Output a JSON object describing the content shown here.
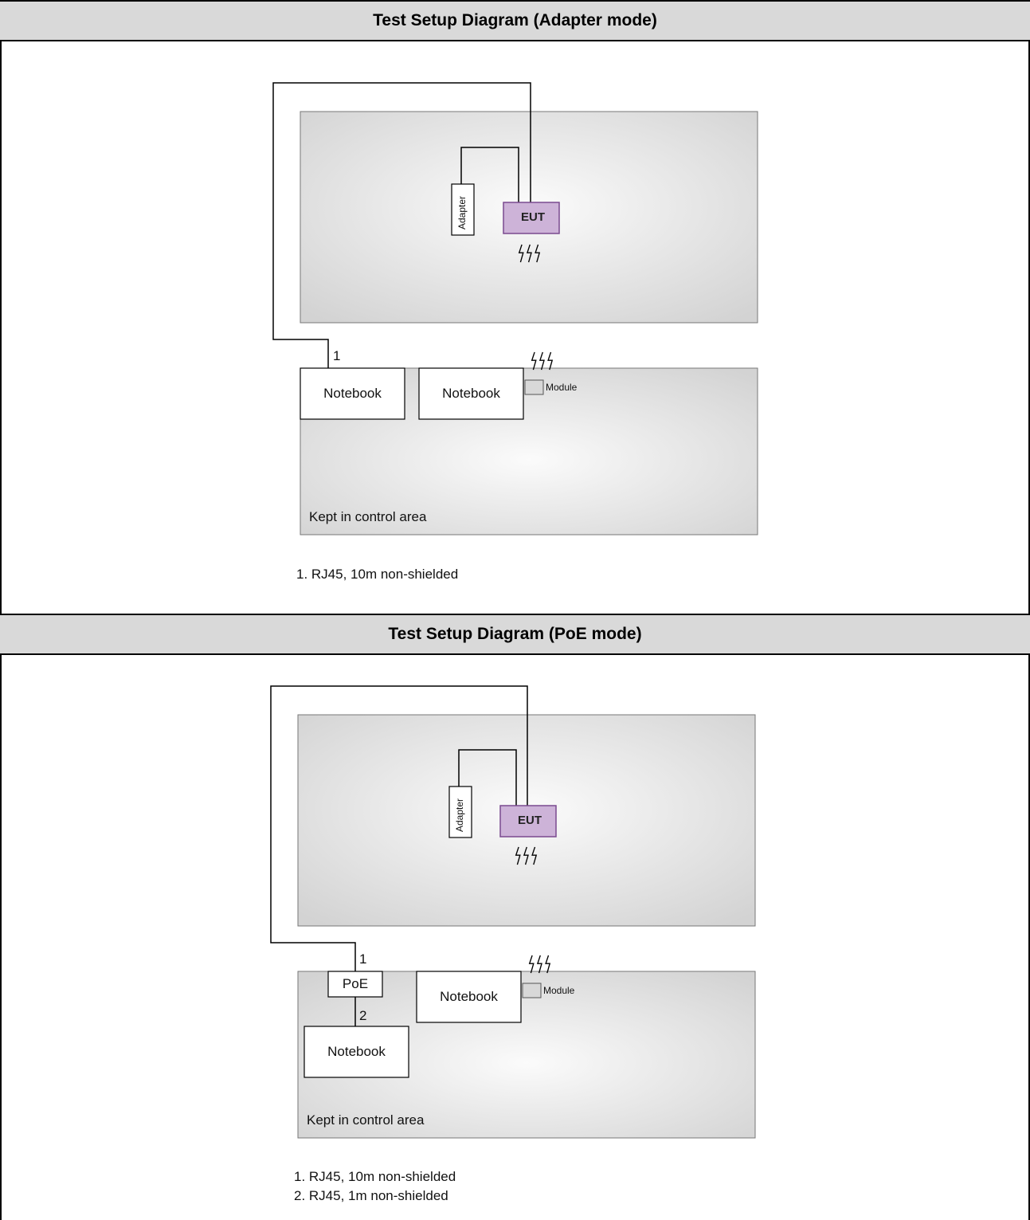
{
  "section1": {
    "title": "Test Setup Diagram (Adapter mode)",
    "adapter": "Adapter",
    "eut": "EUT",
    "cable_num": "1",
    "notebook_a": "Notebook",
    "notebook_b": "Notebook",
    "module": "Module",
    "area": "Kept in control area",
    "note1": "1. RJ45, 10m non-shielded"
  },
  "section2": {
    "title": "Test Setup Diagram (PoE mode)",
    "adapter": "Adapter",
    "eut": "EUT",
    "cable_num1": "1",
    "cable_num2": "2",
    "poe": "PoE",
    "notebook_a": "Notebook",
    "notebook_b": "Notebook",
    "module": "Module",
    "area": "Kept in control area",
    "note1": "1. RJ45, 10m non-shielded",
    "note2": "2. RJ45, 1m non-shielded"
  },
  "colors": {
    "header_bg": "#d9d9d9",
    "eut_fill": "#cdb3d8",
    "eut_border": "#7a4a8f"
  },
  "icons": [
    "wireless-signal-icon"
  ]
}
